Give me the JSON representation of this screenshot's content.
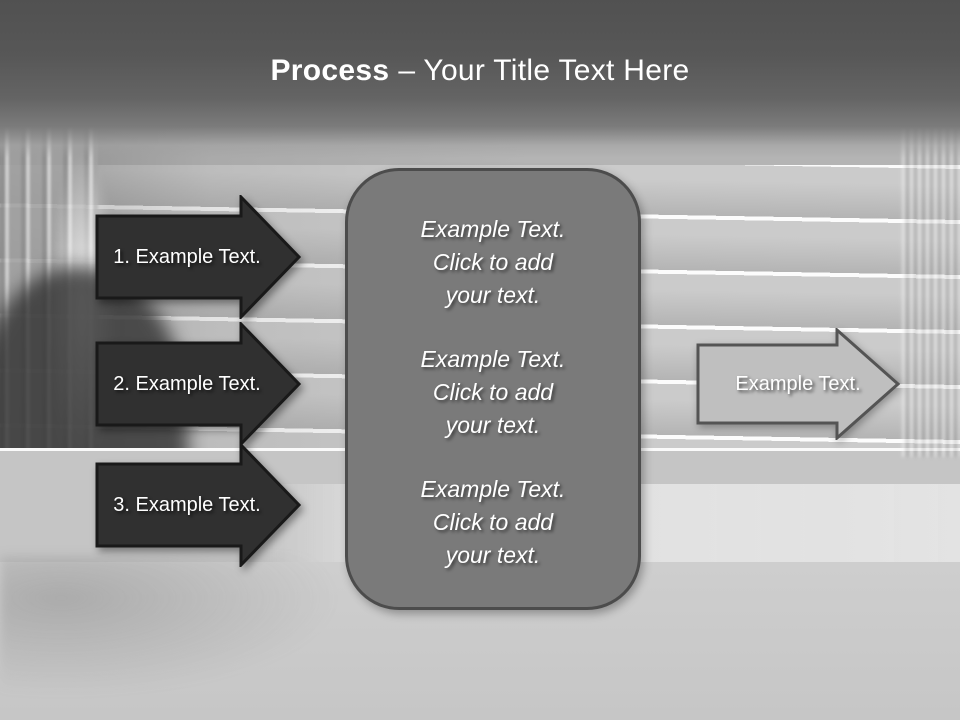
{
  "colors": {
    "header_top": "#515151",
    "dark_arrow_fill": "#303030",
    "dark_arrow_border": "#191919",
    "center_box_fill": "#7a7a7a",
    "center_box_border": "#4c4c4c",
    "light_arrow_fill": "#bfbfbf",
    "light_arrow_border": "#545454",
    "text": "#ffffff"
  },
  "title": {
    "keyword": "Process",
    "rest": "– Your Title Text Here"
  },
  "left_arrows": [
    {
      "label": "1. Example Text."
    },
    {
      "label": "2. Example Text."
    },
    {
      "label": "3. Example Text."
    }
  ],
  "center_box": {
    "paragraphs": [
      {
        "lines": [
          "Example Text.",
          "Click  to add",
          "your text."
        ]
      },
      {
        "lines": [
          "Example Text.",
          "Click  to add",
          "your text."
        ]
      },
      {
        "lines": [
          "Example Text.",
          "Click  to add",
          "your text."
        ]
      }
    ]
  },
  "right_arrow": {
    "label": "Example Text."
  }
}
